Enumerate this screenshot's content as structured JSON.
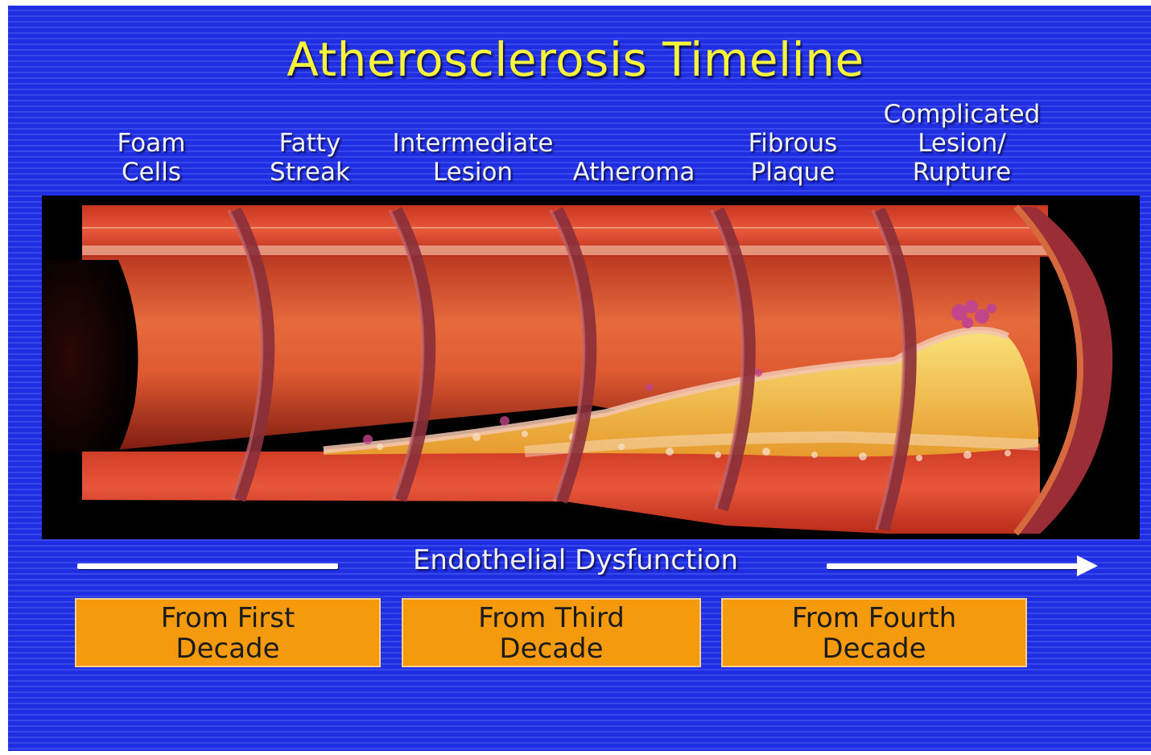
{
  "title": "Atherosclerosis Timeline",
  "stages": [
    {
      "label": "Foam\nCells"
    },
    {
      "label": "Fatty\nStreak"
    },
    {
      "label": "Intermediate\nLesion"
    },
    {
      "label": "Atheroma"
    },
    {
      "label": "Fibrous\nPlaque"
    },
    {
      "label": "Complicated\nLesion/\nRupture"
    }
  ],
  "process": {
    "label": "Endothelial Dysfunction"
  },
  "decades": [
    {
      "label": "From First\nDecade"
    },
    {
      "label": "From Third\nDecade"
    },
    {
      "label": "From Fourth\nDecade"
    }
  ],
  "colors": {
    "background": "#1f2ee3",
    "title": "#f7f43a",
    "decade_box": "#f69a0d",
    "artery_wall": "#d4402a",
    "artery_lumen": "#e0582f",
    "plaque": "#f4c64a",
    "rupture": "#c1458b"
  }
}
